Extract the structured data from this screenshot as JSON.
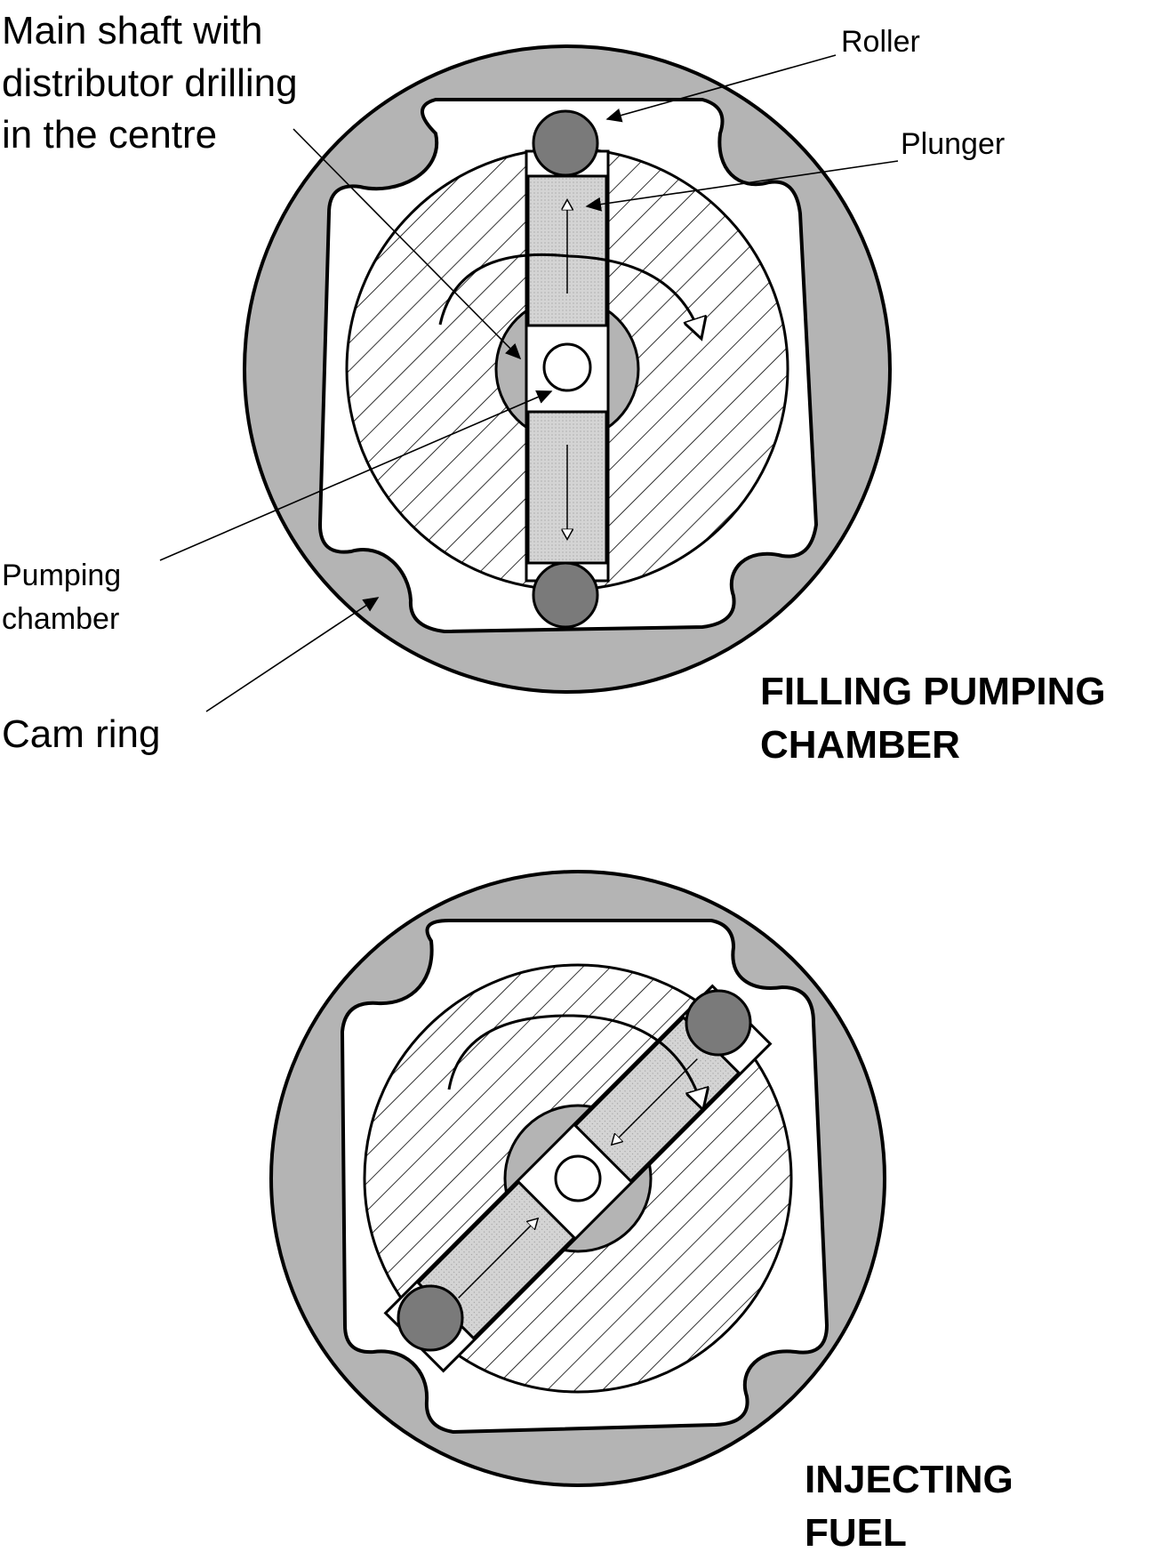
{
  "labels": {
    "main_shaft": [
      "Main shaft with",
      "distributor drilling",
      "in the centre"
    ],
    "roller": "Roller",
    "plunger": "Plunger",
    "pumping_chamber": [
      "Pumping",
      "chamber"
    ],
    "cam_ring": "Cam ring"
  },
  "captions": {
    "top": [
      "FILLING PUMPING",
      "CHAMBER"
    ],
    "bottom": [
      "INJECTING",
      "FUEL"
    ]
  },
  "colors": {
    "cam_ring_fill": "#b4b4b4",
    "roller_fill": "#7a7a7a",
    "plunger_fill": "#d9d9d9",
    "hatch": "#000000",
    "line": "#000000"
  }
}
